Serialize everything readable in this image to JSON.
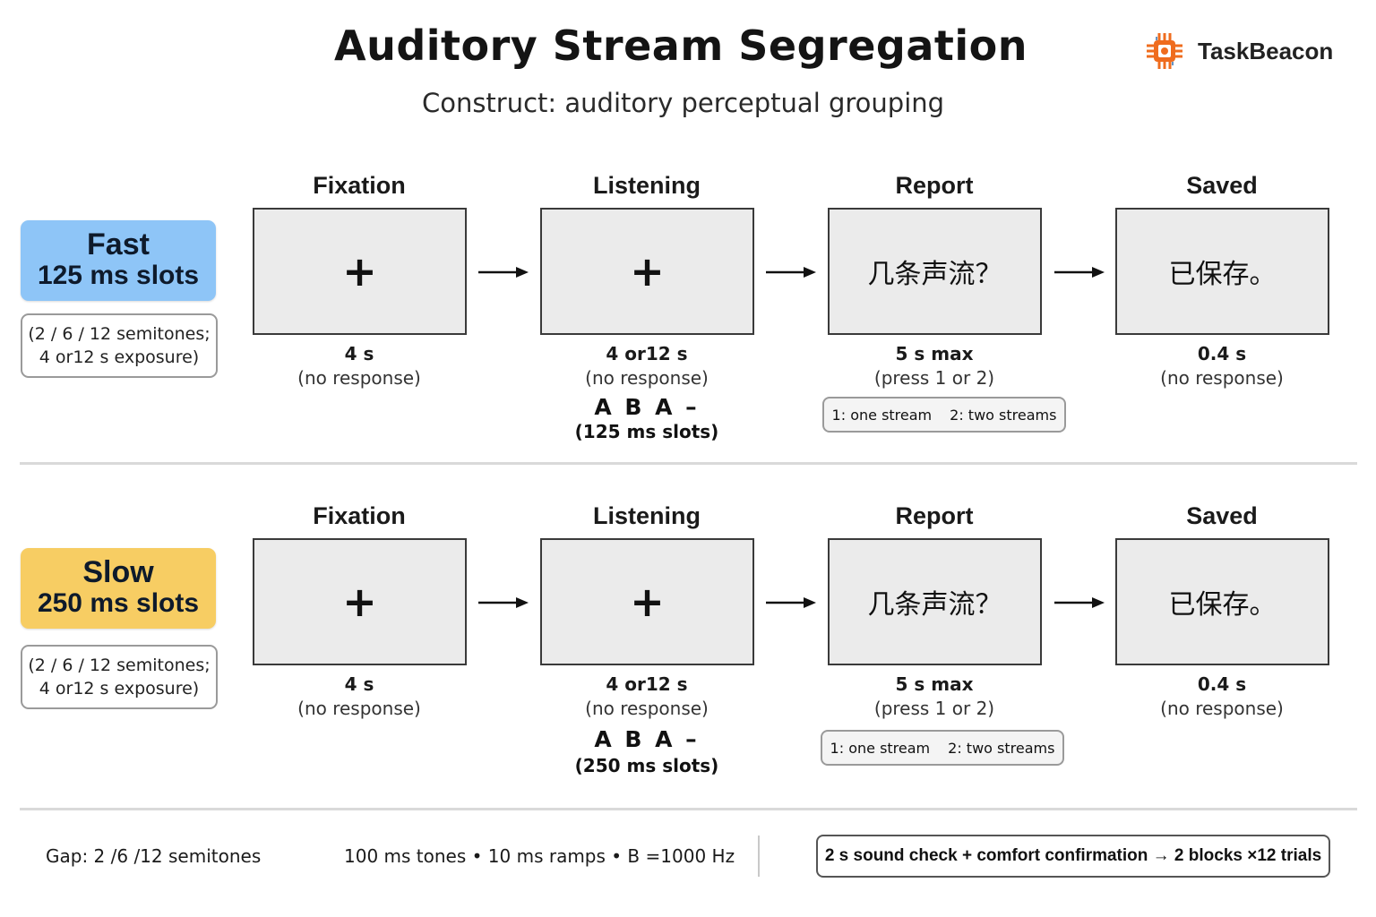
{
  "header": {
    "title": "Auditory Stream Segregation",
    "subtitle": "Construct: auditory perceptual grouping",
    "logo_text": "TaskBeacon",
    "logo_icon": "chip-icon"
  },
  "colors": {
    "fast_badge": "#8ec5f7",
    "slow_badge": "#f7cd63",
    "screen_fill": "#ebebeb",
    "logo_orange": "#ef6c1e"
  },
  "stages": {
    "fixation": {
      "label": "Fixation",
      "screen": "+",
      "duration": "4 s",
      "response": "(no response)"
    },
    "listening": {
      "label": "Listening",
      "screen": "+",
      "duration": "4 or12 s",
      "response": "(no response)",
      "sequence": "A B A –"
    },
    "report": {
      "label": "Report",
      "screen": "几条声流？",
      "duration": "5 s max",
      "response": "(press 1 or 2)",
      "key1": "1: one stream",
      "key2": "2: two streams"
    },
    "saved": {
      "label": "Saved",
      "screen": "已保存。",
      "duration": "0.4 s",
      "response": "(no response)"
    }
  },
  "conditions": [
    {
      "name": "Fast",
      "slots": "125 ms slots",
      "detail_line1": "(2 / 6 / 12 semitones;",
      "detail_line2": "4 or12 s exposure)",
      "sequence_slots": "(125 ms slots)"
    },
    {
      "name": "Slow",
      "slots": "250 ms slots",
      "detail_line1": "(2 / 6 / 12 semitones;",
      "detail_line2": "4 or12 s exposure)",
      "sequence_slots": "(250 ms slots)"
    }
  ],
  "footer": {
    "gap": "Gap:  2 /6 /12 semitones",
    "tones": "100 ms tones  •  10 ms ramps  •  B =1000 Hz",
    "procedure": "2 s sound check + comfort confirmation → 2 blocks ×12 trials"
  }
}
